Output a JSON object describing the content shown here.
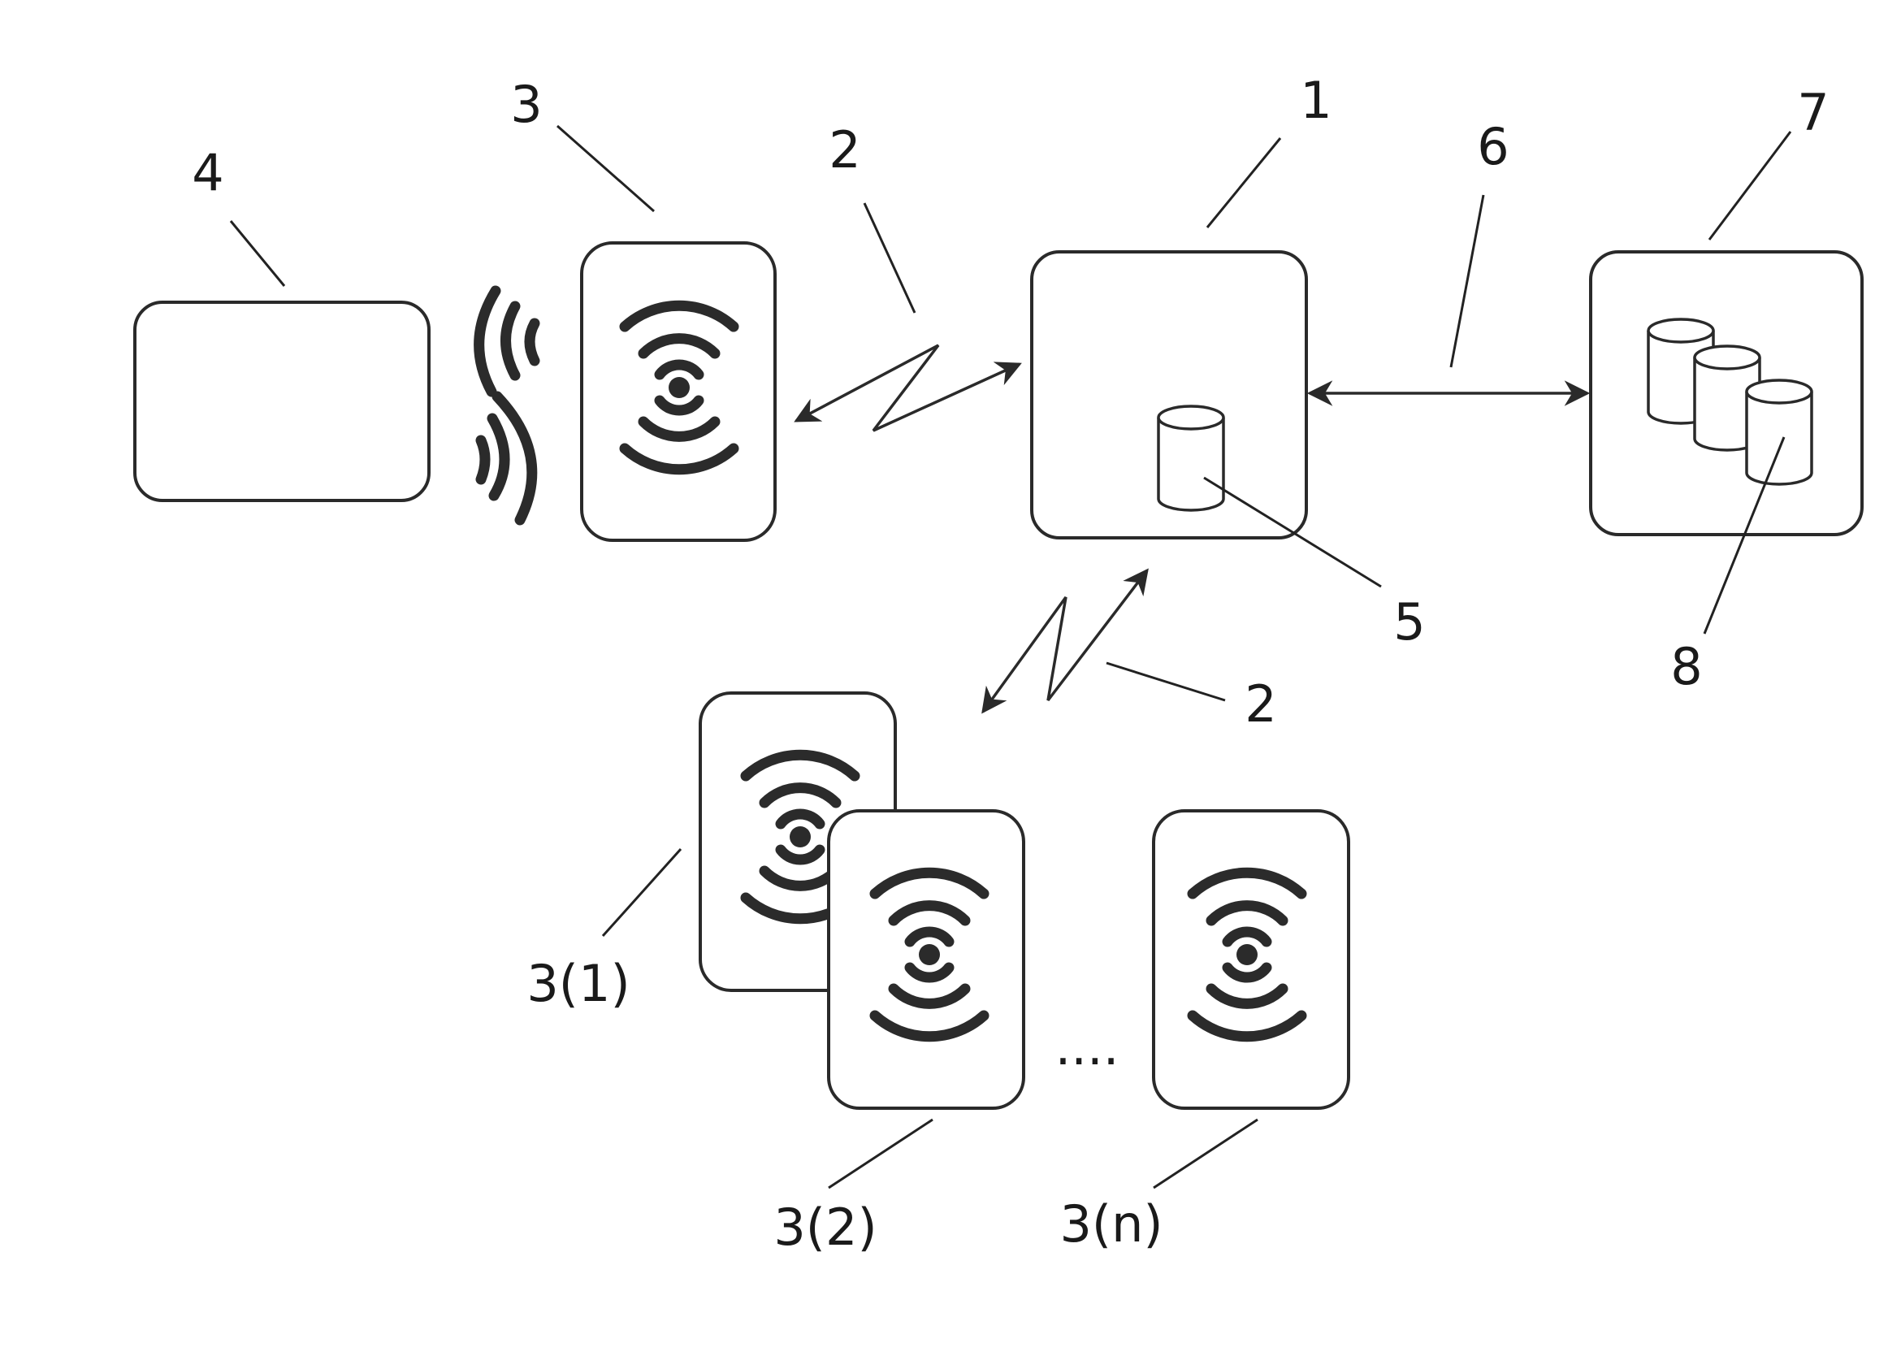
{
  "labels": {
    "server": "1",
    "link_top": "2",
    "link_bottom": "2",
    "reader": "3",
    "card": "4",
    "server_db": "5",
    "backend_link": "6",
    "backend": "7",
    "backend_db": "8",
    "reader_1": "3(1)",
    "reader_2": "3(2)",
    "reader_n": "3(n)"
  },
  "ellipsis": "....",
  "icons": {
    "reader_symbol": "contactless-signal-icon",
    "server_storage": "database-cylinder-icon",
    "backend_storage": "database-stack-icon",
    "wireless_link": "lightning-zigzag-arrow-icon"
  }
}
